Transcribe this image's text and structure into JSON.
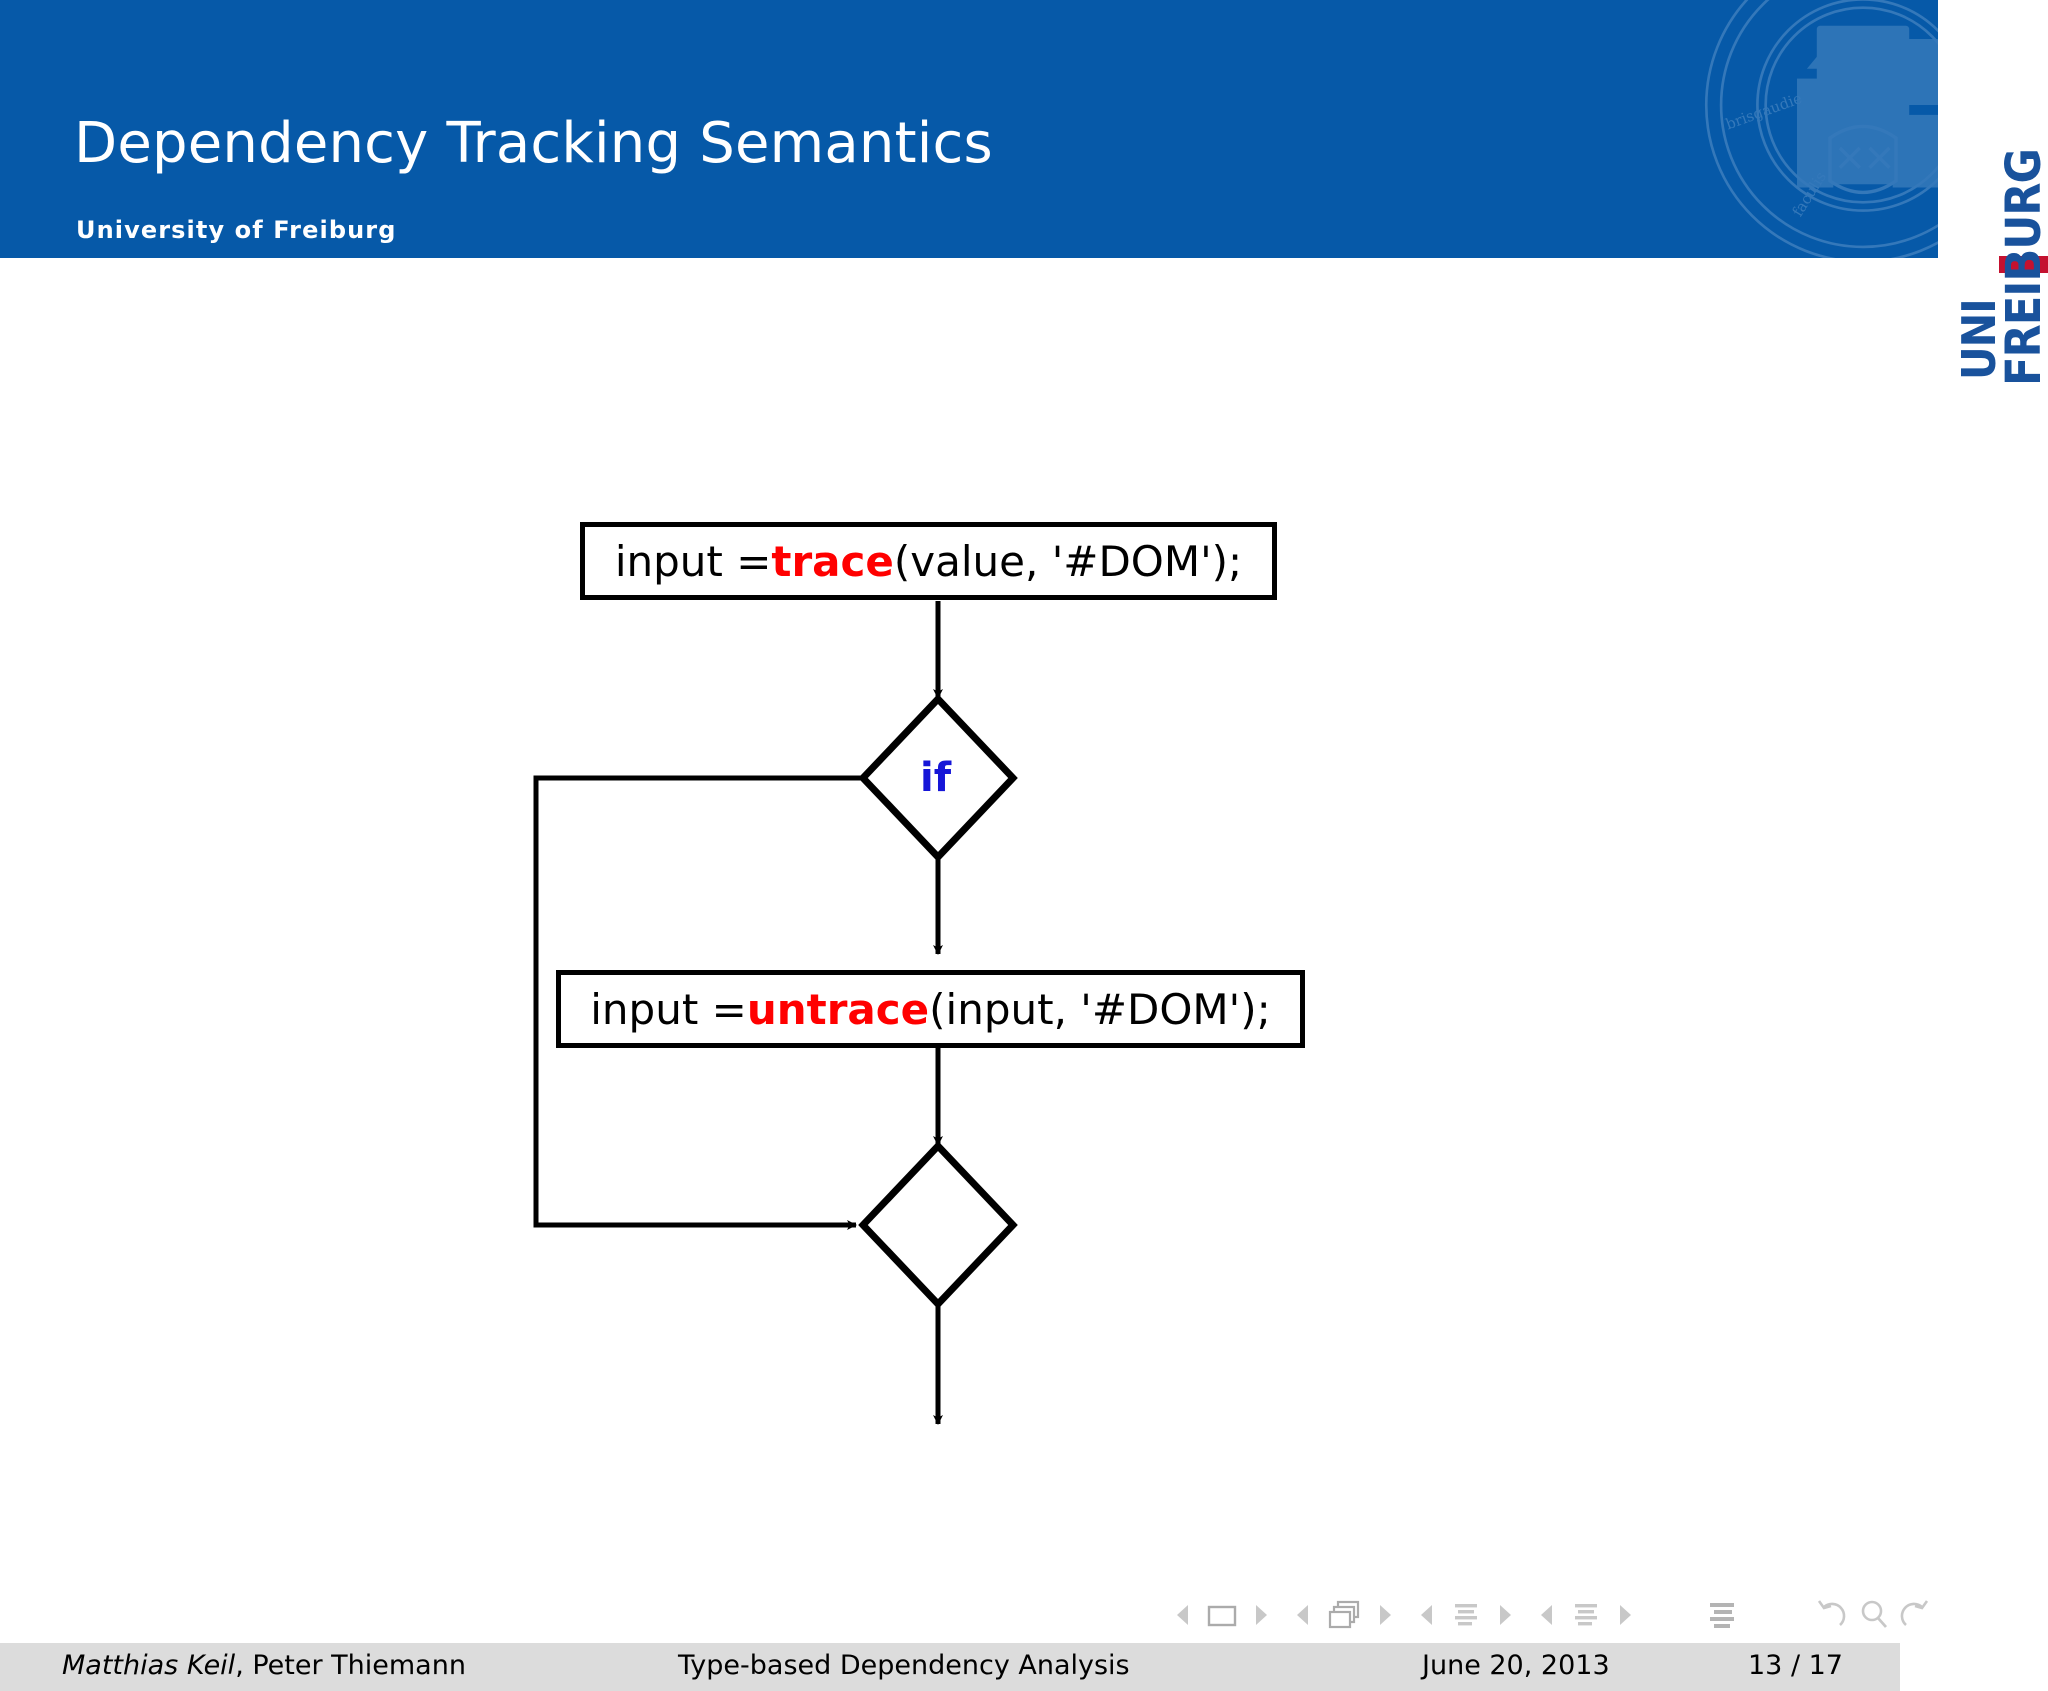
{
  "header": {
    "title": "Dependency Tracking Semantics",
    "subtitle": "University of Freiburg",
    "background_color": "#0659A8"
  },
  "logo": {
    "word_top": "UNI",
    "word_bottom": "FREIBURG",
    "blue": "#19529C",
    "red": "#C4112F",
    "seal_name": "university-seal-watermark"
  },
  "flowchart": {
    "nodes": [
      {
        "id": "trace-statement",
        "type": "process",
        "text_parts": [
          {
            "text": "input  =  ",
            "style": "plain"
          },
          {
            "text": "trace",
            "style": "keyword"
          },
          {
            "text": "(value,  '#DOM');",
            "style": "plain"
          }
        ],
        "full_text": "input = trace(value, '#DOM');"
      },
      {
        "id": "if-decision",
        "type": "decision",
        "label": "if",
        "label_color": "#1616D8"
      },
      {
        "id": "untrace-statement",
        "type": "process",
        "text_parts": [
          {
            "text": "input  =  ",
            "style": "plain"
          },
          {
            "text": "untrace",
            "style": "keyword"
          },
          {
            "text": "(input,  '#DOM');",
            "style": "plain"
          }
        ],
        "full_text": "input = untrace(input, '#DOM');"
      },
      {
        "id": "merge-node",
        "type": "decision",
        "label": ""
      }
    ],
    "edges": [
      {
        "from": "trace-statement",
        "to": "if-decision",
        "kind": "straight-down"
      },
      {
        "from": "if-decision",
        "to": "untrace-statement",
        "kind": "straight-down"
      },
      {
        "from": "untrace-statement",
        "to": "merge-node",
        "kind": "straight-down"
      },
      {
        "from": "if-decision",
        "to": "merge-node",
        "kind": "bypass-left"
      },
      {
        "from": "merge-node",
        "to": "exit",
        "kind": "straight-down"
      }
    ],
    "keyword_color": "#FF0000",
    "line_color": "#000000"
  },
  "navigation": {
    "icons": [
      "prev-slide-icon",
      "slide-icon",
      "next-slide-icon",
      "prev-frame-icon",
      "frame-icon",
      "next-frame-icon",
      "prev-subsection-icon",
      "subsection-icon",
      "next-subsection-icon",
      "prev-section-icon",
      "section-icon",
      "next-section-icon",
      "document-icon",
      "back-icon",
      "search-icon",
      "forward-icon"
    ],
    "color": "#C8C8C8"
  },
  "footer": {
    "author_highlighted": "Matthias Keil",
    "author_rest": ", Peter Thiemann",
    "paper_title": "Type-based Dependency Analysis",
    "date": "June 20, 2013",
    "page": "13 / 17",
    "background_color": "#DCDCDC"
  }
}
